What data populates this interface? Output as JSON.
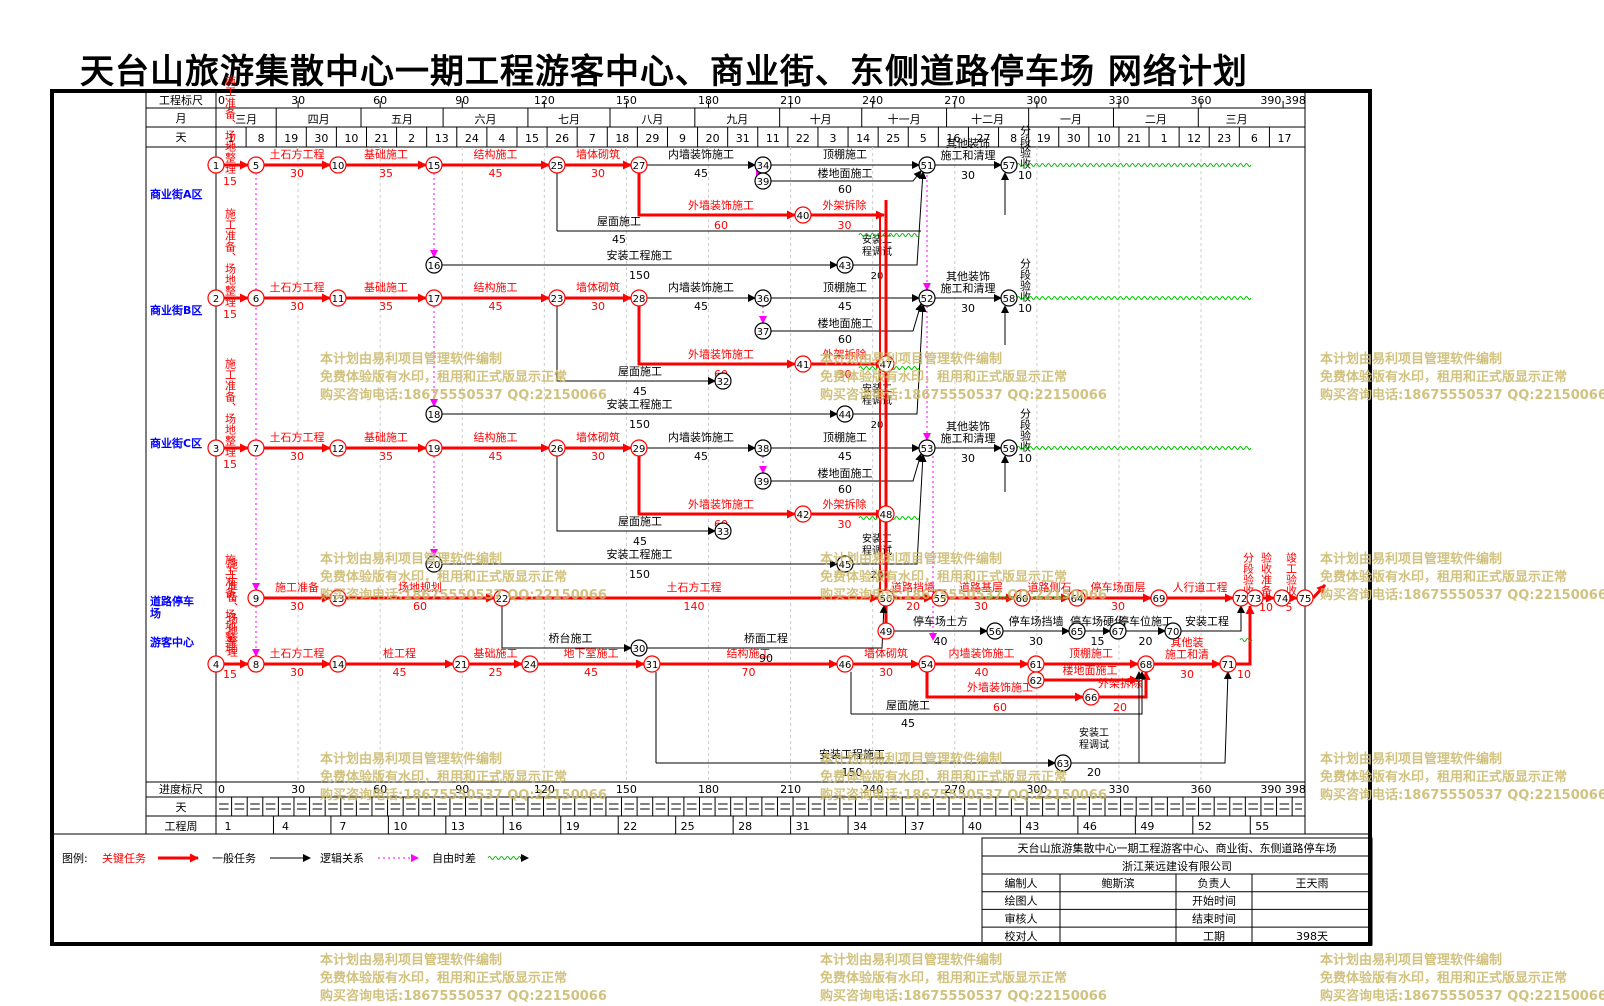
{
  "title": "天台山旅游集散中心一期工程游客中心、商业街、东侧道路停车场  网络计划",
  "colors": {
    "critical": "#ff0000",
    "normal": "#000000",
    "logic": "#000000",
    "float": "#ff00ff",
    "free_float": "#00c000",
    "zone": "#0000ff",
    "watermark": "#c9b86a"
  },
  "header": {
    "ruler_label": "工程标尺",
    "month_label": "月",
    "day_label": "天",
    "ruler_ticks": [
      "0",
      "30",
      "60",
      "90",
      "120",
      "150",
      "180",
      "210",
      "240",
      "270",
      "300",
      "330",
      "360",
      "390 398"
    ],
    "months": [
      "三月",
      "四月",
      "五月",
      "六月",
      "七月",
      "八月",
      "九月",
      "十月",
      "十一月",
      "十二月",
      "一月",
      "二月",
      "三月"
    ],
    "days": [
      "1",
      "8",
      "19",
      "30",
      "10",
      "21",
      "2",
      "13",
      "24",
      "4",
      "15",
      "26",
      "7",
      "18",
      "29",
      "9",
      "20",
      "31",
      "11",
      "22",
      "3",
      "14",
      "25",
      "5",
      "16",
      "27",
      "8",
      "19",
      "30",
      "10",
      "21",
      "1",
      "12",
      "23",
      "6",
      "17"
    ]
  },
  "footer": {
    "ruler_label": "进度标尺",
    "day_label": "天",
    "week_label": "工程周",
    "ruler_ticks": [
      "0",
      "30",
      "60",
      "90",
      "120",
      "150",
      "180",
      "210",
      "240",
      "270",
      "300",
      "330",
      "360",
      "390 398"
    ],
    "weeks": [
      "1",
      "4",
      "7",
      "10",
      "13",
      "16",
      "19",
      "22",
      "25",
      "28",
      "31",
      "34",
      "37",
      "40",
      "43",
      "46",
      "49",
      "52",
      "55"
    ]
  },
  "zones": [
    "商业街A区",
    "商业街B区",
    "商业街C区",
    "道路停车场",
    "游客中心"
  ],
  "legend": {
    "label": "图例:",
    "critical": "关键任务",
    "normal": "一般任务",
    "logic": "逻辑关系",
    "float": "自由时差"
  },
  "info": {
    "title": "天台山旅游集散中心一期工程游客中心、商业街、东侧道路停车场",
    "company": "浙江莱远建设有限公司",
    "rows": [
      [
        "编制人",
        "鲍斯滨",
        "负责人",
        "王天雨"
      ],
      [
        "绘图人",
        "",
        "开始时间",
        ""
      ],
      [
        "审核人",
        "",
        "结束时间",
        ""
      ],
      [
        "校对人",
        "",
        "工期",
        "398天"
      ]
    ]
  },
  "watermark": [
    "本计划由易利项目管理软件编制",
    "免费体验版有水印，租用和正式版显示正常",
    "购买咨询电话:18675550537 QQ:22150066"
  ],
  "tasks": [
    {
      "n": [
        "1",
        "5"
      ],
      "name": "施工准备、场地整理",
      "dur": "15",
      "type": "critical"
    },
    {
      "n": [
        "5",
        "10"
      ],
      "name": "土石方工程",
      "dur": "30",
      "type": "critical"
    },
    {
      "n": [
        "10",
        "15"
      ],
      "name": "基础施工",
      "dur": "35",
      "type": "critical"
    },
    {
      "n": [
        "15",
        "25"
      ],
      "name": "结构施工",
      "dur": "45",
      "type": "critical"
    },
    {
      "n": [
        "25",
        "27"
      ],
      "name": "墙体砌筑",
      "dur": "30",
      "type": "critical"
    },
    {
      "n": [
        "27",
        "34"
      ],
      "name": "内墙装饰施工",
      "dur": "45",
      "type": "normal"
    },
    {
      "n": [
        "34",
        "51"
      ],
      "name": "顶棚施工",
      "dur": "",
      "type": "normal"
    },
    {
      "n": [
        "39",
        "51"
      ],
      "name": "楼地面施工",
      "dur": "60",
      "type": "normal"
    },
    {
      "n": [
        "27",
        "40"
      ],
      "name": "外墙装饰施工",
      "dur": "60",
      "type": "critical"
    },
    {
      "n": [
        "40",
        "47"
      ],
      "name": "外架拆除",
      "dur": "30",
      "type": "critical"
    },
    {
      "n": [
        "25",
        "51"
      ],
      "name": "屋面施工",
      "dur": "45",
      "type": "normal"
    },
    {
      "n": [
        "16",
        "43"
      ],
      "name": "安装工程施工",
      "dur": "150",
      "type": "normal"
    },
    {
      "n": [
        "43",
        "51"
      ],
      "name": "安装工程调试、运转",
      "dur": "20",
      "type": "normal"
    },
    {
      "n": [
        "51",
        "57"
      ],
      "name": "其他装饰施工和清理",
      "dur": "30",
      "type": "normal"
    },
    {
      "n": [
        "57",
        "T"
      ],
      "name": "分段验收",
      "dur": "10",
      "type": "normal"
    },
    {
      "n": [
        "2",
        "6"
      ],
      "name": "施工准备、场地整理",
      "dur": "15",
      "type": "critical"
    },
    {
      "n": [
        "6",
        "11"
      ],
      "name": "土石方工程",
      "dur": "30",
      "type": "critical"
    },
    {
      "n": [
        "11",
        "17"
      ],
      "name": "基础施工",
      "dur": "35",
      "type": "critical"
    },
    {
      "n": [
        "17",
        "23"
      ],
      "name": "结构施工",
      "dur": "45",
      "type": "critical"
    },
    {
      "n": [
        "23",
        "28"
      ],
      "name": "墙体砌筑",
      "dur": "30",
      "type": "critical"
    },
    {
      "n": [
        "28",
        "36"
      ],
      "name": "内墙装饰施工",
      "dur": "45",
      "type": "normal"
    },
    {
      "n": [
        "36",
        "52"
      ],
      "name": "顶棚施工",
      "dur": "45",
      "type": "normal"
    },
    {
      "n": [
        "37",
        "52"
      ],
      "name": "楼地面施工",
      "dur": "60",
      "type": "normal"
    },
    {
      "n": [
        "28",
        "41"
      ],
      "name": "外墙装饰施工",
      "dur": "60",
      "type": "critical"
    },
    {
      "n": [
        "41",
        "47"
      ],
      "name": "外架拆除",
      "dur": "30",
      "type": "critical"
    },
    {
      "n": [
        "23",
        "32"
      ],
      "name": "屋面施工",
      "dur": "45",
      "type": "normal"
    },
    {
      "n": [
        "18",
        "44"
      ],
      "name": "安装工程施工",
      "dur": "150",
      "type": "normal"
    },
    {
      "n": [
        "44",
        "52"
      ],
      "name": "安装工程调试、运转",
      "dur": "20",
      "type": "normal"
    },
    {
      "n": [
        "52",
        "58"
      ],
      "name": "其他装饰施工和清理",
      "dur": "30",
      "type": "normal"
    },
    {
      "n": [
        "58",
        "T"
      ],
      "name": "分段验收",
      "dur": "10",
      "type": "normal"
    },
    {
      "n": [
        "3",
        "7"
      ],
      "name": "施工准备、场地整理",
      "dur": "15",
      "type": "critical"
    },
    {
      "n": [
        "7",
        "12"
      ],
      "name": "土石方工程",
      "dur": "30",
      "type": "critical"
    },
    {
      "n": [
        "12",
        "19"
      ],
      "name": "基础施工",
      "dur": "35",
      "type": "critical"
    },
    {
      "n": [
        "19",
        "26"
      ],
      "name": "结构施工",
      "dur": "45",
      "type": "critical"
    },
    {
      "n": [
        "26",
        "29"
      ],
      "name": "墙体砌筑",
      "dur": "30",
      "type": "critical"
    },
    {
      "n": [
        "29",
        "38"
      ],
      "name": "内墙装饰施工",
      "dur": "45",
      "type": "normal"
    },
    {
      "n": [
        "38",
        "53"
      ],
      "name": "顶棚施工",
      "dur": "45",
      "type": "normal"
    },
    {
      "n": [
        "39",
        "53"
      ],
      "name": "楼地面施工",
      "dur": "60",
      "type": "normal"
    },
    {
      "n": [
        "29",
        "42"
      ],
      "name": "外墙装饰施工",
      "dur": "60",
      "type": "critical"
    },
    {
      "n": [
        "42",
        "48"
      ],
      "name": "外架拆除",
      "dur": "30",
      "type": "critical"
    },
    {
      "n": [
        "26",
        "33"
      ],
      "name": "屋面施工",
      "dur": "45",
      "type": "normal"
    },
    {
      "n": [
        "20",
        "45"
      ],
      "name": "安装工程施工",
      "dur": "150",
      "type": "normal"
    },
    {
      "n": [
        "45",
        "53"
      ],
      "name": "安装工程调试、运转",
      "dur": "20",
      "type": "normal"
    },
    {
      "n": [
        "53",
        "59"
      ],
      "name": "其他装饰施工和清理",
      "dur": "30",
      "type": "normal"
    },
    {
      "n": [
        "59",
        "T"
      ],
      "name": "分段验收",
      "dur": "10",
      "type": "normal"
    },
    {
      "n": [
        "9",
        "13"
      ],
      "name": "施工准备",
      "dur": "30",
      "type": "critical"
    },
    {
      "n": [
        "13",
        "22"
      ],
      "name": "场地规划",
      "dur": "60",
      "type": "critical"
    },
    {
      "n": [
        "22",
        "50"
      ],
      "name": "土石方工程",
      "dur": "140",
      "type": "critical"
    },
    {
      "n": [
        "50",
        "55"
      ],
      "name": "道路挡墙",
      "dur": "20",
      "type": "critical"
    },
    {
      "n": [
        "55",
        "60"
      ],
      "name": "道路基层",
      "dur": "30",
      "type": "critical"
    },
    {
      "n": [
        "60",
        "64"
      ],
      "name": "道路侧石",
      "dur": "",
      "type": "critical"
    },
    {
      "n": [
        "64",
        "69"
      ],
      "name": "停车场面层",
      "dur": "30",
      "type": "critical"
    },
    {
      "n": [
        "69",
        "72"
      ],
      "name": "人行道工程",
      "dur": "",
      "type": "critical"
    },
    {
      "n": [
        "49",
        "56"
      ],
      "name": "停车场土方",
      "dur": "40",
      "type": "normal"
    },
    {
      "n": [
        "56",
        "65"
      ],
      "name": "停车场挡墙",
      "dur": "30",
      "type": "normal"
    },
    {
      "n": [
        "65",
        "67"
      ],
      "name": "停车场硬化",
      "dur": "15",
      "type": "normal"
    },
    {
      "n": [
        "67",
        "70"
      ],
      "name": "停车位施工",
      "dur": "20",
      "type": "normal"
    },
    {
      "n": [
        "70",
        "72"
      ],
      "name": "安装工程",
      "dur": "",
      "type": "normal"
    },
    {
      "n": [
        "22",
        "30"
      ],
      "name": "桥台施工",
      "dur": "",
      "type": "normal"
    },
    {
      "n": [
        "30",
        "50"
      ],
      "name": "桥面工程",
      "dur": "",
      "type": "normal"
    },
    {
      "n": [
        "4",
        "8"
      ],
      "name": "施工准备、场地整理",
      "dur": "15",
      "type": "critical"
    },
    {
      "n": [
        "8",
        "14"
      ],
      "name": "土石方工程",
      "dur": "30",
      "type": "critical"
    },
    {
      "n": [
        "14",
        "21"
      ],
      "name": "桩工程",
      "dur": "45",
      "type": "critical"
    },
    {
      "n": [
        "21",
        "24"
      ],
      "name": "基础施工",
      "dur": "25",
      "type": "critical"
    },
    {
      "n": [
        "24",
        "31"
      ],
      "name": "地下室施工",
      "dur": "45",
      "type": "critical"
    },
    {
      "n": [
        "31",
        "46"
      ],
      "name": "结构施工",
      "dur": "70",
      "type": "critical"
    },
    {
      "n": [
        "46",
        "54"
      ],
      "name": "墙体砌筑",
      "dur": "30",
      "type": "critical"
    },
    {
      "n": [
        "54",
        "61"
      ],
      "name": "内墙装饰施工",
      "dur": "40",
      "type": "critical"
    },
    {
      "n": [
        "61",
        "68"
      ],
      "name": "顶棚施工",
      "dur": "",
      "type": "critical"
    },
    {
      "n": [
        "62",
        "68"
      ],
      "name": "楼地面施工",
      "dur": "",
      "type": "critical"
    },
    {
      "n": [
        "54",
        "66"
      ],
      "name": "外墙装饰施工",
      "dur": "60",
      "type": "critical"
    },
    {
      "n": [
        "66",
        "68"
      ],
      "name": "外架拆除",
      "dur": "20",
      "type": "critical"
    },
    {
      "n": [
        "46",
        "68"
      ],
      "name": "屋面施工",
      "dur": "45",
      "type": "normal"
    },
    {
      "n": [
        "31",
        "63"
      ],
      "name": "安装工程施工",
      "dur": "150",
      "type": "normal"
    },
    {
      "n": [
        "63",
        "68"
      ],
      "name": "安装工程调试、运转",
      "dur": "20",
      "type": "normal"
    },
    {
      "n": [
        "68",
        "71"
      ],
      "name": "其他装饰施工和清理",
      "dur": "30",
      "type": "critical"
    },
    {
      "n": [
        "71",
        "72"
      ],
      "name": "分段验收",
      "dur": "10",
      "type": "critical"
    },
    {
      "n": [
        "72",
        "73"
      ],
      "name": "分段验收",
      "dur": "",
      "type": "critical"
    },
    {
      "n": [
        "73",
        "74"
      ],
      "name": "验收准备",
      "dur": "10",
      "type": "critical"
    },
    {
      "n": [
        "74",
        "75"
      ],
      "name": "竣工验收",
      "dur": "5",
      "type": "critical"
    }
  ]
}
